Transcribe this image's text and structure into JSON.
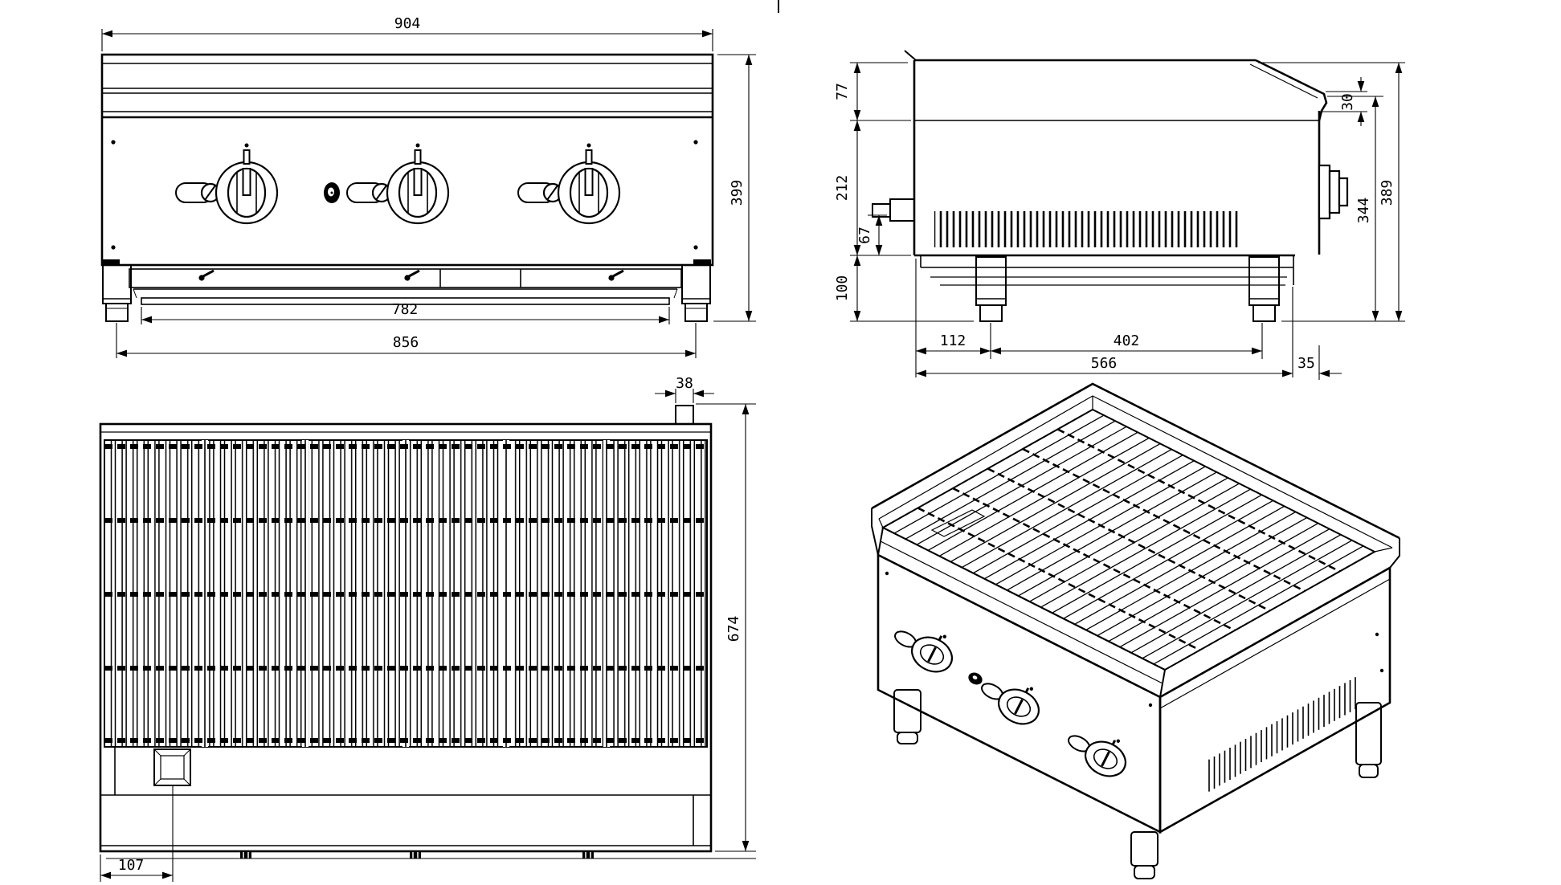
{
  "drawing": {
    "background": "#ffffff",
    "ink": "#000000"
  },
  "front_view": {
    "dims": {
      "overall_width": "904",
      "overall_height": "399",
      "tray_width": "782",
      "leg_span": "856"
    }
  },
  "side_view": {
    "dims": {
      "top_section": "77",
      "mid_section": "212",
      "vent_section": "67",
      "leg_height": "100",
      "nose_height": "30",
      "body_height": "344",
      "total_height": "389",
      "edge_to_leg": "112",
      "leg_to_leg": "402",
      "base_depth": "566",
      "lip_offset": "35"
    }
  },
  "top_view": {
    "dims": {
      "tab_width": "38",
      "overall_depth": "674",
      "drain_offset": "107"
    }
  }
}
